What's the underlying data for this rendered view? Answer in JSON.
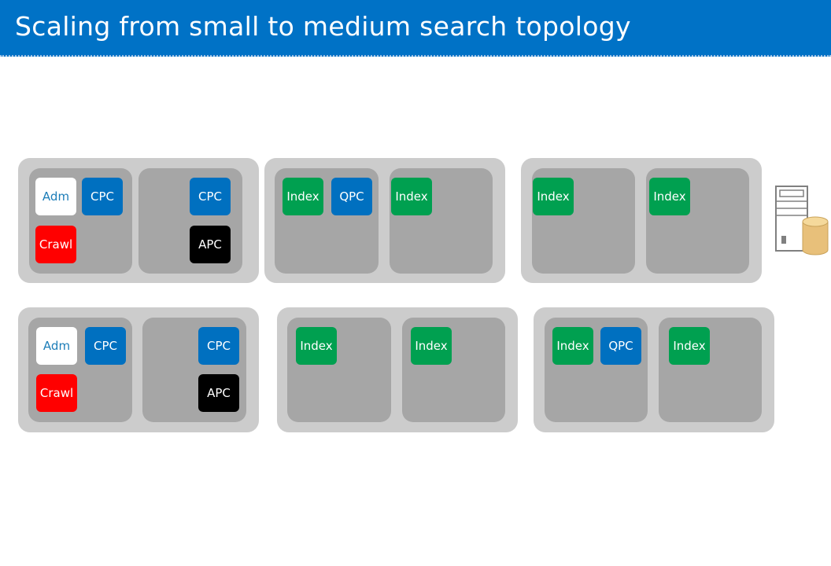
{
  "title": "Scaling from small to medium search topology",
  "colors": {
    "title_bar": "#0072c6",
    "farm": "#cccccc",
    "server": "#a6a6a6",
    "adm": "#ffffff",
    "cpc": "#0070c0",
    "qpc": "#0070c0",
    "crawl": "#ff0000",
    "apc": "#000000",
    "index": "#00a050"
  },
  "rows": [
    {
      "farms": [
        {
          "servers": [
            [
              "Adm",
              "CPC",
              "Crawl"
            ],
            [
              "CPC",
              "APC"
            ]
          ]
        },
        {
          "servers": [
            [
              "Index",
              "QPC"
            ],
            [
              "Index"
            ]
          ]
        },
        {
          "servers": [
            [
              "Index"
            ],
            [
              "Index"
            ]
          ]
        }
      ]
    },
    {
      "farms": [
        {
          "servers": [
            [
              "Adm",
              "CPC",
              "Crawl"
            ],
            [
              "CPC",
              "APC"
            ]
          ]
        },
        {
          "servers": [
            [
              "Index"
            ],
            [
              "Index"
            ]
          ]
        },
        {
          "servers": [
            [
              "Index",
              "QPC"
            ],
            [
              "Index"
            ]
          ]
        }
      ]
    }
  ],
  "icons": {
    "database": "database-server-icon"
  }
}
